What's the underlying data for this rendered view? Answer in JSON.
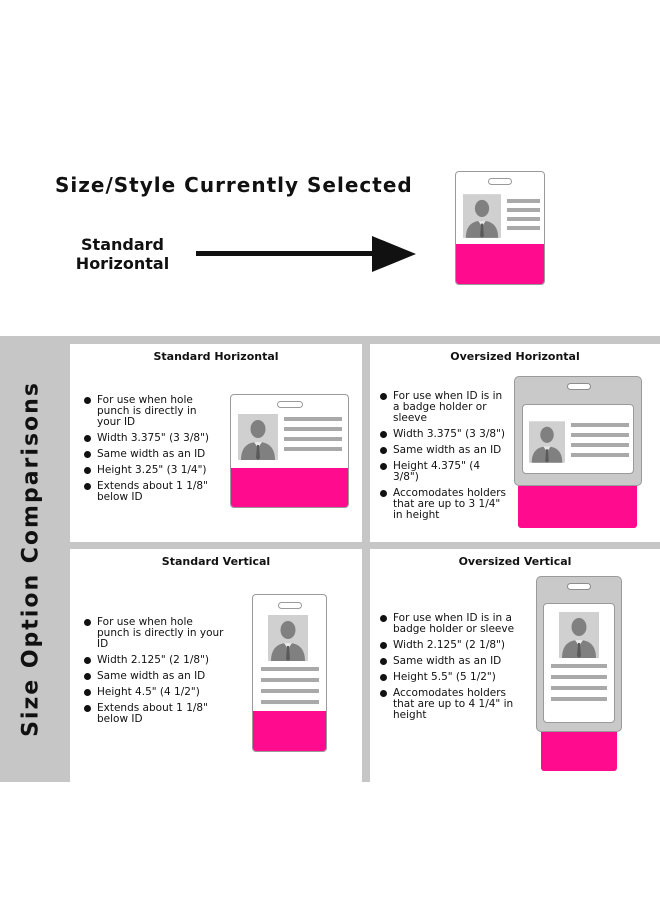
{
  "selected": {
    "title": "Size/Style Currently Selected",
    "label_line1": "Standard",
    "label_line2": "Horizontal"
  },
  "side_label": "Size Option Comparisons",
  "colors": {
    "accent_pink": "#ff0c8e",
    "border_gray": "#9a9a9a",
    "holder_gray": "#c9c9c9",
    "divider_gray": "#c6c6c6"
  },
  "icons": {
    "person": "person-silhouette-icon",
    "arrow": "right-arrow-icon",
    "bullet": "bullet-dot-icon"
  },
  "options": {
    "standard_horizontal": {
      "title": "Standard Horizontal",
      "bullets": [
        "For use when hole punch is directly in your ID",
        "Width 3.375\" (3 3/8\")",
        "Same width as an ID",
        "Height 3.25\" (3 1/4\")",
        "Extends about 1 1/8\" below ID"
      ]
    },
    "oversized_horizontal": {
      "title": "Oversized Horizontal",
      "bullets": [
        "For use when ID is in a badge holder or sleeve",
        "Width 3.375\" (3 3/8\")",
        "Same width as an ID",
        "Height 4.375\" (4 3/8\")",
        "Accomodates holders that are up to 3 1/4\" in height"
      ]
    },
    "standard_vertical": {
      "title": "Standard Vertical",
      "bullets": [
        "For use when hole punch is directly in your ID",
        "Width 2.125\" (2 1/8\")",
        "Same width as an ID",
        "Height 4.5\" (4 1/2\")",
        "Extends about 1 1/8\" below ID"
      ]
    },
    "oversized_vertical": {
      "title": "Oversized Vertical",
      "bullets": [
        "For use when ID is in a badge holder or sleeve",
        "Width 2.125\" (2 1/8\")",
        "Same width as an ID",
        "Height 5.5\" (5 1/2\")",
        "Accomodates holders that are up to 4 1/4\" in height"
      ]
    }
  }
}
